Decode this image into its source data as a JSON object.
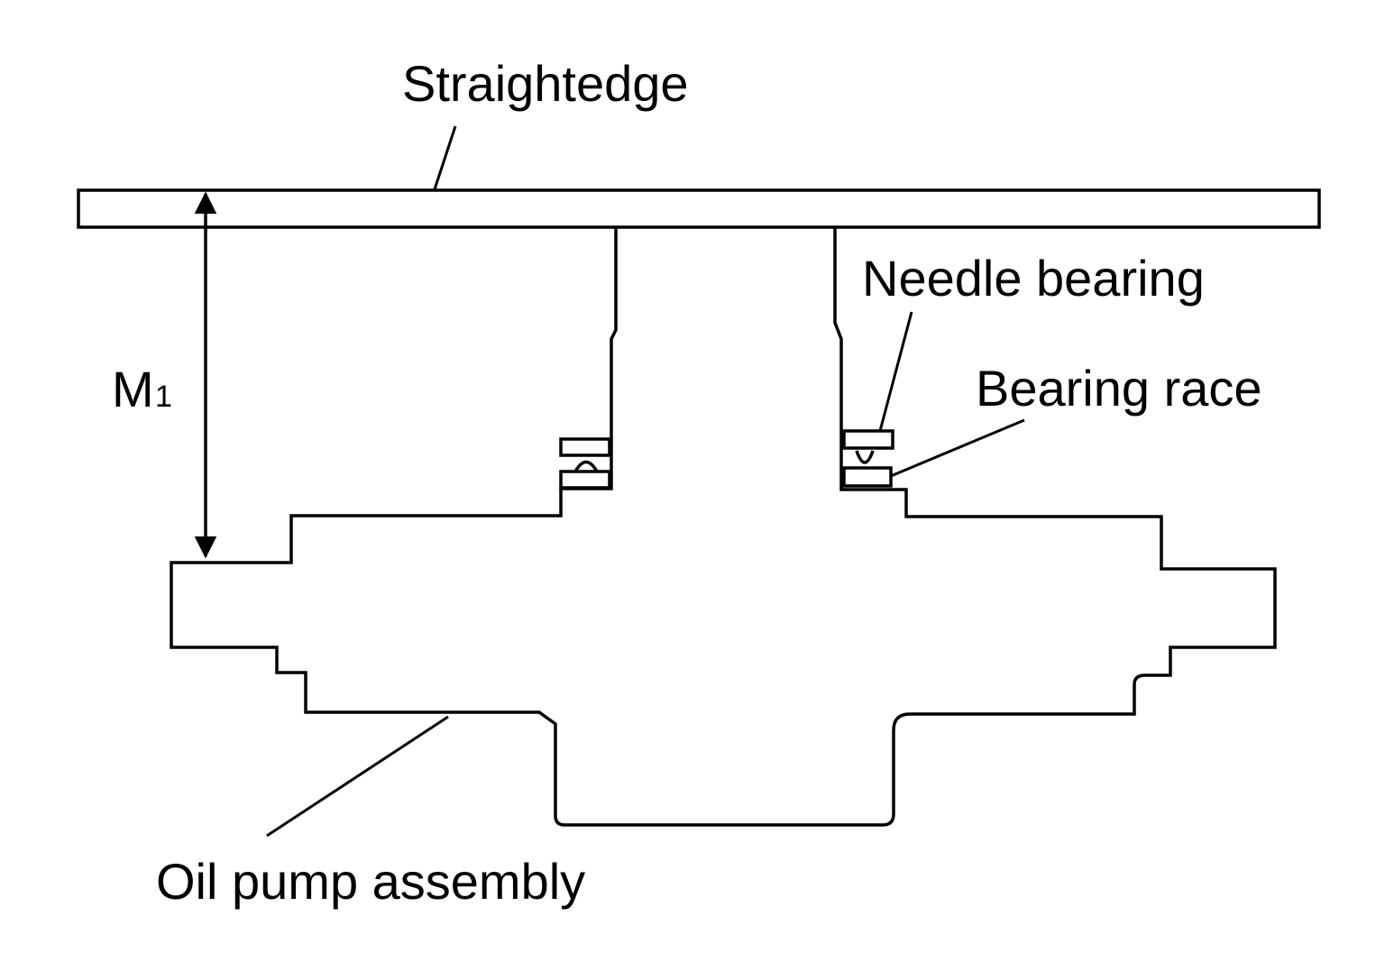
{
  "labels": {
    "straightedge": "Straightedge",
    "needle_bearing": "Needle bearing",
    "bearing_race": "Bearing race",
    "oil_pump_assembly": "Oil pump assembly",
    "dimension_main": "M",
    "dimension_sub": "1"
  }
}
